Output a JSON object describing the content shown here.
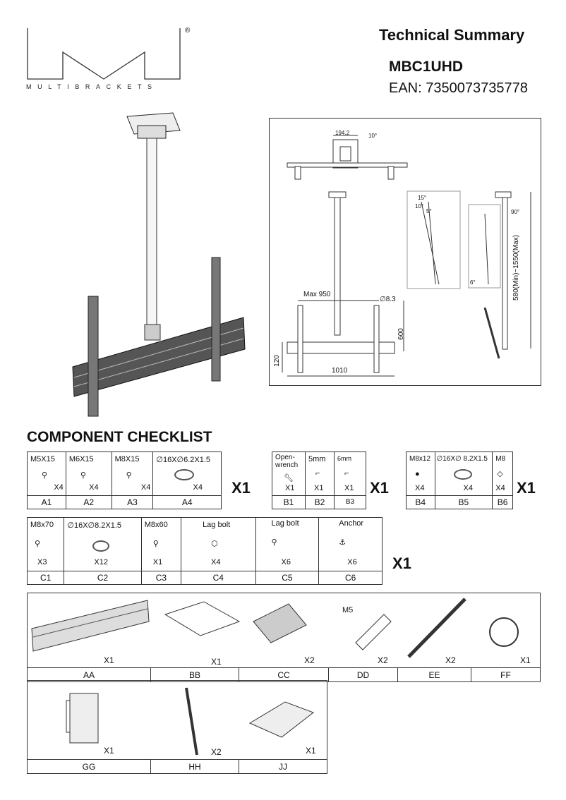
{
  "logo": {
    "wordmark": "MULTIBRACKETS",
    "registered": "®"
  },
  "header": {
    "title": "Technical Summary",
    "model": "MBC1UHD",
    "ean": "EAN: 7350073735778"
  },
  "dimensions": {
    "d1": "194.2",
    "d2": "10°",
    "d3": "15°",
    "d4": "10°",
    "d5": "5°",
    "d6": "6°",
    "d7": "90°",
    "d8": "Max 950",
    "d9": "∅8.3",
    "d10": "600",
    "d11": "120",
    "d12": "1010",
    "d13": "580(Min)~1550(Max)"
  },
  "checklist_title": "COMPONENT CHECKLIST",
  "group_a": {
    "items": [
      {
        "spec": "M5X15",
        "qty": "X4",
        "code": "A1"
      },
      {
        "spec": "M6X15",
        "qty": "X4",
        "code": "A2"
      },
      {
        "spec": "M8X15",
        "qty": "X4",
        "code": "A3"
      },
      {
        "spec": "∅16X∅6.2X1.5",
        "qty": "X4",
        "code": "A4"
      }
    ],
    "multiplier": "X1"
  },
  "group_b": {
    "items": [
      {
        "spec": "Open-\nwrench",
        "qty": "X1",
        "code": "B1"
      },
      {
        "spec": "5mm",
        "qty": "X1",
        "code": "B2"
      },
      {
        "spec": "6mm",
        "qty": "X1",
        "code": "B3"
      }
    ],
    "multiplier": "X1"
  },
  "group_b2": {
    "items": [
      {
        "spec": "M8x12",
        "qty": "X4",
        "code": "B4"
      },
      {
        "spec": "∅16X∅ 8.2X1.5",
        "qty": "X4",
        "code": "B5"
      },
      {
        "spec": "M8",
        "qty": "X4",
        "code": "B6"
      }
    ],
    "multiplier": "X1"
  },
  "group_c": {
    "items": [
      {
        "spec": "M8x70",
        "qty": "X3",
        "code": "C1"
      },
      {
        "spec": "∅16X∅8.2X1.5",
        "qty": "X12",
        "code": "C2"
      },
      {
        "spec": "M8x60",
        "qty": "X1",
        "code": "C3"
      },
      {
        "spec": "Lag bolt",
        "qty": "X4",
        "code": "C4"
      },
      {
        "spec": "Lag bolt",
        "qty": "X6",
        "code": "C5"
      },
      {
        "spec": "Anchor",
        "qty": "X6",
        "code": "C6"
      }
    ],
    "multiplier": "X1"
  },
  "parts_row1": [
    {
      "qty": "X1",
      "code": "AA"
    },
    {
      "qty": "X1",
      "code": "BB"
    },
    {
      "qty": "X2",
      "code": "CC"
    },
    {
      "qty": "X2",
      "code": "DD",
      "note": "M5"
    },
    {
      "qty": "X2",
      "code": "EE"
    },
    {
      "qty": "X1",
      "code": "FF"
    }
  ],
  "parts_row2": [
    {
      "qty": "X1",
      "code": "GG"
    },
    {
      "qty": "X2",
      "code": "HH"
    },
    {
      "qty": "X1",
      "code": "JJ"
    }
  ]
}
